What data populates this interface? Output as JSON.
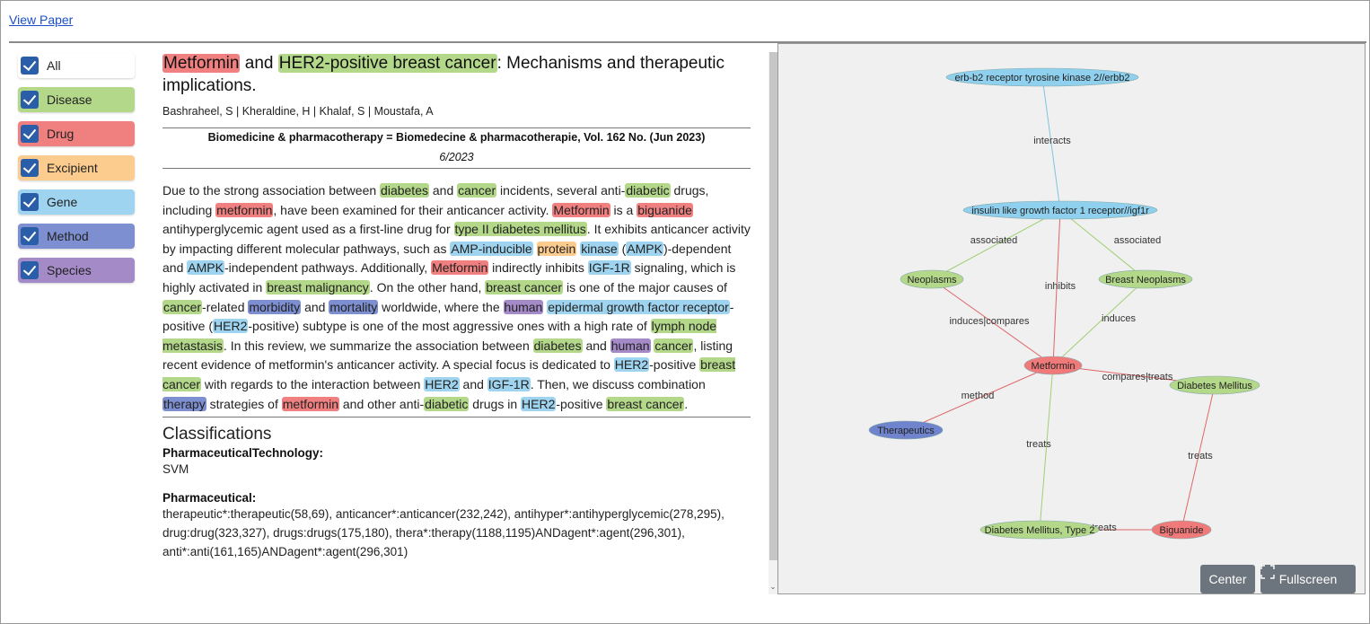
{
  "header": {
    "view_paper_link": "View Paper"
  },
  "filters": [
    {
      "label": "All",
      "color": "#ffffff",
      "checked": true
    },
    {
      "label": "Disease",
      "color": "#b4d88a",
      "checked": true
    },
    {
      "label": "Drug",
      "color": "#f08080",
      "checked": true
    },
    {
      "label": "Excipient",
      "color": "#fccb8e",
      "checked": true
    },
    {
      "label": "Gene",
      "color": "#9fd4f0",
      "checked": true
    },
    {
      "label": "Method",
      "color": "#7d8fd0",
      "checked": true
    },
    {
      "label": "Species",
      "color": "#a48bc8",
      "checked": true
    }
  ],
  "paper": {
    "title_parts": [
      {
        "t": "Metformin",
        "c": "drug"
      },
      {
        "t": " and "
      },
      {
        "t": "HER2-positive breast cancer",
        "c": "disease"
      },
      {
        "t": ": Mechanisms and therapeutic implications."
      }
    ],
    "authors": "Bashraheel, S | Kheraldine, H | Khalaf, S | Moustafa, A",
    "journal": "Biomedicine & pharmacotherapy = Biomedecine & pharmacotherapie, Vol. 162 No. (Jun 2023)",
    "date": "6/2023",
    "abstract_parts": [
      {
        "t": "Due to the strong association between "
      },
      {
        "t": "diabetes",
        "c": "disease"
      },
      {
        "t": " and "
      },
      {
        "t": "cancer",
        "c": "disease"
      },
      {
        "t": " incidents, several anti-"
      },
      {
        "t": "diabetic",
        "c": "disease"
      },
      {
        "t": " drugs, including "
      },
      {
        "t": "metformin",
        "c": "drug"
      },
      {
        "t": ", have been examined for their anticancer activity. "
      },
      {
        "t": "Metformin",
        "c": "drug"
      },
      {
        "t": " is a "
      },
      {
        "t": "biguanide",
        "c": "drug"
      },
      {
        "t": " antihyperglycemic agent used as a first-line drug for "
      },
      {
        "t": "type II diabetes mellitus",
        "c": "disease"
      },
      {
        "t": ". It exhibits anticancer activity by impacting different molecular pathways, such as "
      },
      {
        "t": "AMP-inducible",
        "c": "gene"
      },
      {
        "t": " "
      },
      {
        "t": "protein",
        "c": "excipient"
      },
      {
        "t": " "
      },
      {
        "t": "kinase",
        "c": "gene"
      },
      {
        "t": " ("
      },
      {
        "t": "AMPK",
        "c": "gene"
      },
      {
        "t": ")-dependent and "
      },
      {
        "t": "AMPK",
        "c": "gene"
      },
      {
        "t": "-independent pathways. Additionally, "
      },
      {
        "t": "Metformin",
        "c": "drug"
      },
      {
        "t": " indirectly inhibits "
      },
      {
        "t": "IGF-1R",
        "c": "gene"
      },
      {
        "t": " signaling, which is highly activated in "
      },
      {
        "t": "breast malignancy",
        "c": "disease"
      },
      {
        "t": ". On the other hand, "
      },
      {
        "t": "breast cancer",
        "c": "disease"
      },
      {
        "t": " is one of the major causes of "
      },
      {
        "t": "cancer",
        "c": "disease"
      },
      {
        "t": "-related "
      },
      {
        "t": "morbidity",
        "c": "method"
      },
      {
        "t": " and "
      },
      {
        "t": "mortality",
        "c": "method"
      },
      {
        "t": " worldwide, where the "
      },
      {
        "t": "human",
        "c": "species"
      },
      {
        "t": " "
      },
      {
        "t": "epidermal growth factor receptor",
        "c": "gene"
      },
      {
        "t": "-positive ("
      },
      {
        "t": "HER2",
        "c": "gene"
      },
      {
        "t": "-positive) subtype is one of the most aggressive ones with a high rate of "
      },
      {
        "t": "lymph node metastasis",
        "c": "disease"
      },
      {
        "t": ". In this review, we summarize the association between "
      },
      {
        "t": "diabetes",
        "c": "disease"
      },
      {
        "t": " and "
      },
      {
        "t": "human",
        "c": "species"
      },
      {
        "t": " "
      },
      {
        "t": "cancer",
        "c": "disease"
      },
      {
        "t": ", listing recent evidence of metformin's anticancer activity. A special focus is dedicated to "
      },
      {
        "t": "HER2",
        "c": "gene"
      },
      {
        "t": "-positive "
      },
      {
        "t": "breast cancer",
        "c": "disease"
      },
      {
        "t": " with regards to the interaction between "
      },
      {
        "t": "HER2",
        "c": "gene"
      },
      {
        "t": " and "
      },
      {
        "t": "IGF-1R",
        "c": "gene"
      },
      {
        "t": ". Then, we discuss combination "
      },
      {
        "t": "therapy",
        "c": "method"
      },
      {
        "t": " strategies of "
      },
      {
        "t": "metformin",
        "c": "drug"
      },
      {
        "t": " and other anti-"
      },
      {
        "t": "diabetic",
        "c": "disease"
      },
      {
        "t": " drugs in "
      },
      {
        "t": "HER2",
        "c": "gene"
      },
      {
        "t": "-positive "
      },
      {
        "t": "breast cancer",
        "c": "disease"
      },
      {
        "t": "."
      }
    ]
  },
  "classifications": {
    "heading": "Classifications",
    "categories": [
      {
        "label": "PharmaceuticalTechnology:",
        "value": "SVM"
      },
      {
        "label": "Pharmaceutical:",
        "value": "therapeutic*:therapeutic(58,69), anticancer*:anticancer(232,242), antihyper*:antihyperglycemic(278,295), drug:drug(323,327), drugs:drugs(175,180), thera*:therapy(1188,1195)ANDagent*:agent(296,301), anti*:anti(161,165)ANDagent*:agent(296,301)"
      }
    ]
  },
  "graph": {
    "colors": {
      "gene": "#8fd0ee",
      "disease": "#b4d88a",
      "drug": "#f07a7a",
      "method": "#6f84cc"
    },
    "nodes": [
      {
        "id": "erbb2",
        "label": "erb-b2 receptor tyrosine kinase 2//erbb2",
        "type": "gene"
      },
      {
        "id": "igf1r",
        "label": "insulin like growth factor 1 receptor//igf1r",
        "type": "gene"
      },
      {
        "id": "neoplasms",
        "label": "Neoplasms",
        "type": "disease"
      },
      {
        "id": "breast",
        "label": "Breast Neoplasms",
        "type": "disease"
      },
      {
        "id": "metformin",
        "label": "Metformin",
        "type": "drug"
      },
      {
        "id": "diabetes",
        "label": "Diabetes Mellitus",
        "type": "disease"
      },
      {
        "id": "therapeutics",
        "label": "Therapeutics",
        "type": "method"
      },
      {
        "id": "dm2",
        "label": "Diabetes Mellitus, Type 2",
        "type": "disease"
      },
      {
        "id": "biguanide",
        "label": "Biguanide",
        "type": "drug"
      }
    ],
    "edges": [
      {
        "from": "erbb2",
        "to": "igf1r",
        "label": "interacts"
      },
      {
        "from": "igf1r",
        "to": "neoplasms",
        "label": "associated"
      },
      {
        "from": "igf1r",
        "to": "breast",
        "label": "associated"
      },
      {
        "from": "metformin",
        "to": "igf1r",
        "label": "inhibits"
      },
      {
        "from": "metformin",
        "to": "neoplasms",
        "label": "induces|compares"
      },
      {
        "from": "metformin",
        "to": "breast",
        "label": "induces"
      },
      {
        "from": "metformin",
        "to": "diabetes",
        "label": "compares|treats"
      },
      {
        "from": "metformin",
        "to": "therapeutics",
        "label": "method"
      },
      {
        "from": "metformin",
        "to": "dm2",
        "label": "treats"
      },
      {
        "from": "biguanide",
        "to": "diabetes",
        "label": "treats"
      },
      {
        "from": "biguanide",
        "to": "dm2",
        "label": "treats"
      }
    ],
    "center_button": "Center",
    "fullscreen_button": "Fullscreen",
    "fullscreen_icon": "expand-icon"
  }
}
